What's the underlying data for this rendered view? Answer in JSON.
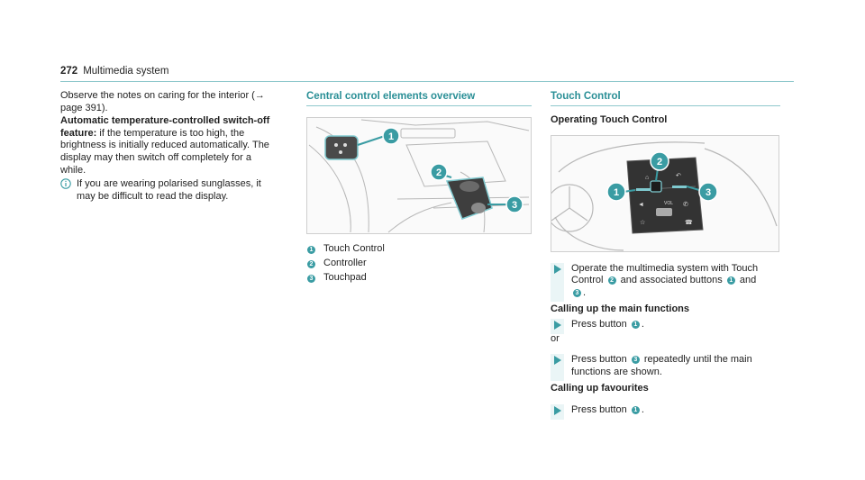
{
  "header": {
    "page_number": "272",
    "section": "Multimedia system"
  },
  "col1": {
    "para1": "Observe the notes on caring for the interior (→ page 391).",
    "auto_label": "Automatic temperature-controlled switch-off feature:",
    "auto_text": " if the temperature is too high, the brightness is initially reduced automatically. The display may then switch off completely for a while.",
    "note_icon": "info-icon",
    "note": "If you are wearing polarised sunglasses, it may be difficult to read the display."
  },
  "col2": {
    "title": "Central control elements overview",
    "legend": [
      {
        "num": "1",
        "label": "Touch Control"
      },
      {
        "num": "2",
        "label": "Controller"
      },
      {
        "num": "3",
        "label": "Touchpad"
      }
    ]
  },
  "col3": {
    "title": "Touch Control",
    "subtitle": "Operating Touch Control",
    "step1": {
      "a": "Operate the multimedia system with Touch Control ",
      "n1": "2",
      "b": " and associated buttons ",
      "n2": "1",
      "c": " and ",
      "n3": "3",
      "d": "."
    },
    "h_main": "Calling up the main functions",
    "step2": {
      "a": "Press button ",
      "n": "1",
      "b": "."
    },
    "or": "or",
    "step3": {
      "a": "Press button ",
      "n": "3",
      "b": " repeatedly until the main functions are shown."
    },
    "h_fav": "Calling up favourites",
    "step4": {
      "a": "Press button ",
      "n": "1",
      "b": "."
    }
  },
  "figure1": {
    "callouts": [
      "1",
      "2",
      "3"
    ]
  },
  "figure2": {
    "callouts": [
      "1",
      "2",
      "3"
    ],
    "vol_label": "VOL"
  }
}
